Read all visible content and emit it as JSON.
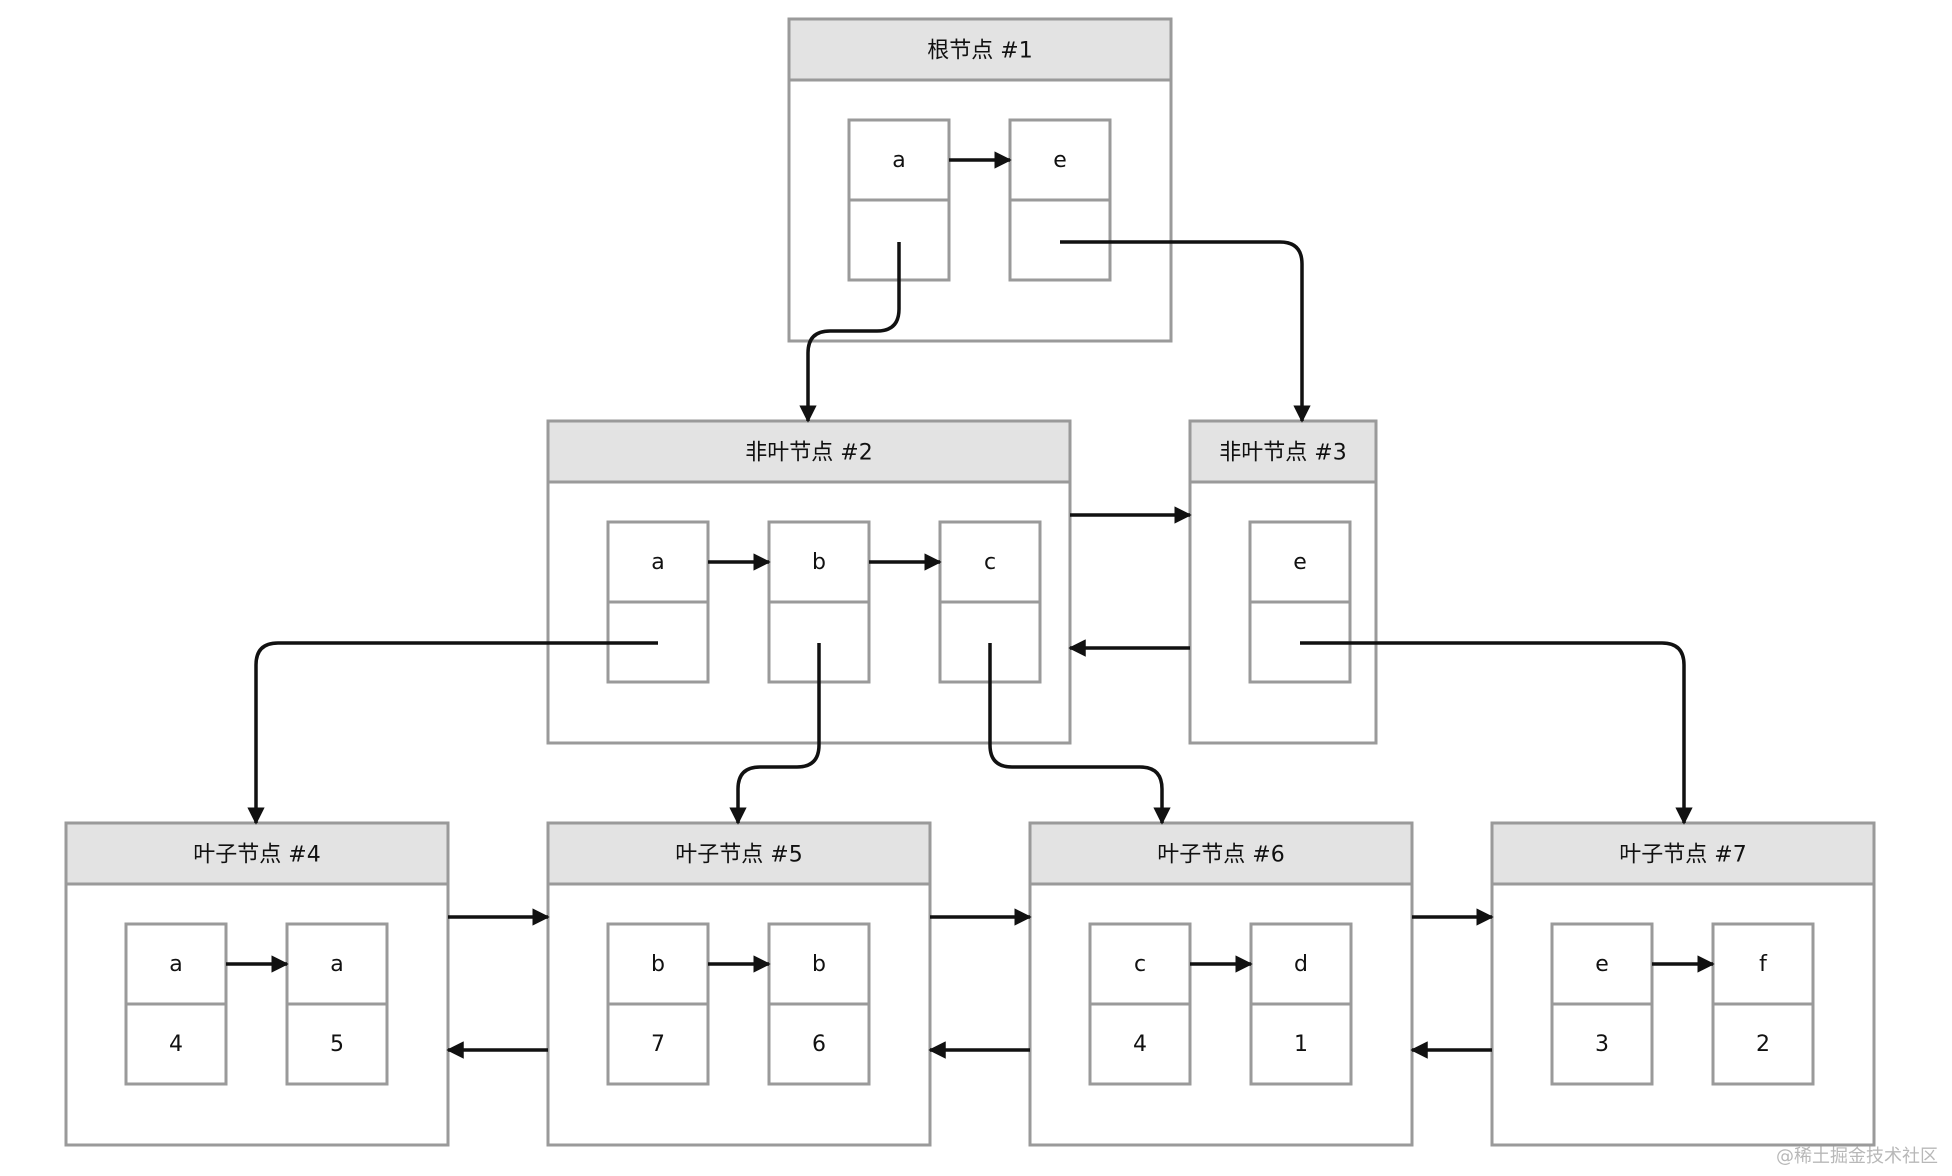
{
  "diagram": {
    "nodes": [
      {
        "id": "root-node-1",
        "title": "根节点 #1",
        "cells": [
          {
            "key": "a",
            "value": ""
          },
          {
            "key": "e",
            "value": ""
          }
        ]
      },
      {
        "id": "nonleaf-node-2",
        "title": "非叶节点 #2",
        "cells": [
          {
            "key": "a",
            "value": ""
          },
          {
            "key": "b",
            "value": ""
          },
          {
            "key": "c",
            "value": ""
          }
        ]
      },
      {
        "id": "nonleaf-node-3",
        "title": "非叶节点 #3",
        "cells": [
          {
            "key": "e",
            "value": ""
          }
        ]
      },
      {
        "id": "leaf-node-4",
        "title": "叶子节点 #4",
        "cells": [
          {
            "key": "a",
            "value": "4"
          },
          {
            "key": "a",
            "value": "5"
          }
        ]
      },
      {
        "id": "leaf-node-5",
        "title": "叶子节点 #5",
        "cells": [
          {
            "key": "b",
            "value": "7"
          },
          {
            "key": "b",
            "value": "6"
          }
        ]
      },
      {
        "id": "leaf-node-6",
        "title": "叶子节点 #6",
        "cells": [
          {
            "key": "c",
            "value": "4"
          },
          {
            "key": "d",
            "value": "1"
          }
        ]
      },
      {
        "id": "leaf-node-7",
        "title": "叶子节点 #7",
        "cells": [
          {
            "key": "e",
            "value": "3"
          },
          {
            "key": "f",
            "value": "2"
          }
        ]
      }
    ],
    "links": [
      {
        "type": "sibling",
        "from": "root-node-1.cell-0",
        "to": "root-node-1.cell-1"
      },
      {
        "type": "child",
        "from": "root-node-1.cell-0",
        "to": "nonleaf-node-2"
      },
      {
        "type": "child",
        "from": "root-node-1.cell-1",
        "to": "nonleaf-node-3"
      },
      {
        "type": "sibling",
        "from": "nonleaf-node-2.cell-0",
        "to": "nonleaf-node-2.cell-1"
      },
      {
        "type": "sibling",
        "from": "nonleaf-node-2.cell-1",
        "to": "nonleaf-node-2.cell-2"
      },
      {
        "type": "next",
        "from": "nonleaf-node-2",
        "to": "nonleaf-node-3"
      },
      {
        "type": "prev",
        "from": "nonleaf-node-3",
        "to": "nonleaf-node-2"
      },
      {
        "type": "child",
        "from": "nonleaf-node-2.cell-0",
        "to": "leaf-node-4"
      },
      {
        "type": "child",
        "from": "nonleaf-node-2.cell-1",
        "to": "leaf-node-5"
      },
      {
        "type": "child",
        "from": "nonleaf-node-2.cell-2",
        "to": "leaf-node-6"
      },
      {
        "type": "child",
        "from": "nonleaf-node-3.cell-0",
        "to": "leaf-node-7"
      },
      {
        "type": "next",
        "from": "leaf-node-4",
        "to": "leaf-node-5"
      },
      {
        "type": "next",
        "from": "leaf-node-5",
        "to": "leaf-node-6"
      },
      {
        "type": "next",
        "from": "leaf-node-6",
        "to": "leaf-node-7"
      },
      {
        "type": "prev",
        "from": "leaf-node-5",
        "to": "leaf-node-4"
      },
      {
        "type": "prev",
        "from": "leaf-node-6",
        "to": "leaf-node-5"
      },
      {
        "type": "prev",
        "from": "leaf-node-7",
        "to": "leaf-node-6"
      }
    ]
  },
  "watermark": "@稀土掘金技术社区",
  "colors": {
    "header": "#e3e3e3",
    "border": "#9a9a9a",
    "arrow": "#111111"
  }
}
